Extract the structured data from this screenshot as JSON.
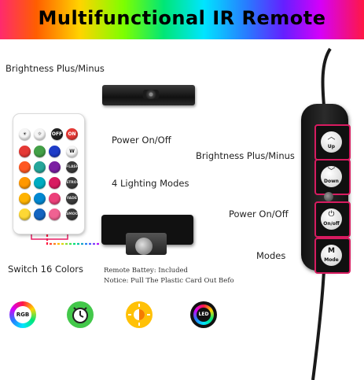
{
  "title": "Multifunctional IR Remote",
  "labels": {
    "brightness_left": "Brightness Plus/Minus",
    "power_left": "Power On/Off",
    "lighting_modes": "4 Lighting Modes",
    "switch_colors": "Switch 16 Colors",
    "brightness_right": "Brightness Plus/Minus",
    "power_right": "Power On/Off",
    "modes": "Modes"
  },
  "notes": {
    "battery": "Remote Battey: Included",
    "card": "Notice: Pull The Plastic Card Out Befo"
  },
  "remote": {
    "keys_top": [
      "",
      "",
      "OFF",
      "ON"
    ],
    "keys_w": "W",
    "mode_keys": [
      "FLASH",
      "STROBE",
      "FADE",
      "SMOOTH"
    ]
  },
  "controller": {
    "up": "Up",
    "down": "Down",
    "onoff": "On/off",
    "mode": "Mode",
    "mode_glyph": "M"
  },
  "icons": {
    "rgb": "RGB",
    "led": "LED"
  },
  "colors": {
    "connector": "#ff00aa",
    "button_border": "#d81b60"
  }
}
